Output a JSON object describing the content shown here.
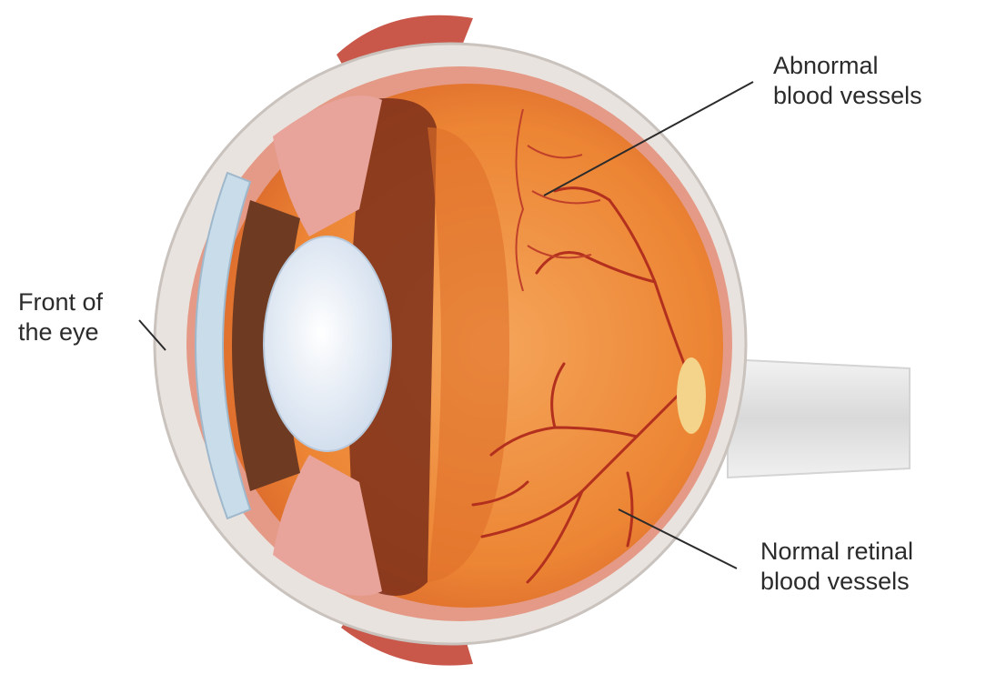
{
  "diagram": {
    "labels": {
      "front_of_eye": {
        "line1": "Front of",
        "line2": "the eye"
      },
      "abnormal_vessels": {
        "line1": "Abnormal",
        "line2": "blood vessels"
      },
      "normal_vessels": {
        "line1": "Normal retinal",
        "line2": "blood vessels"
      }
    },
    "colors": {
      "sclera": "#e9e3df",
      "sclera_edge": "#c9c2bd",
      "choroid": "#e49a86",
      "retina": "#e97a2e",
      "retina_light": "#f19a4a",
      "vessel": "#b3301e",
      "cornea": "#c8dcea",
      "iris": "#6e3b22",
      "lens": "#e8f0f8",
      "optic_nerve": "#e6e6e6",
      "leader_line": "#2b2b2b"
    }
  }
}
